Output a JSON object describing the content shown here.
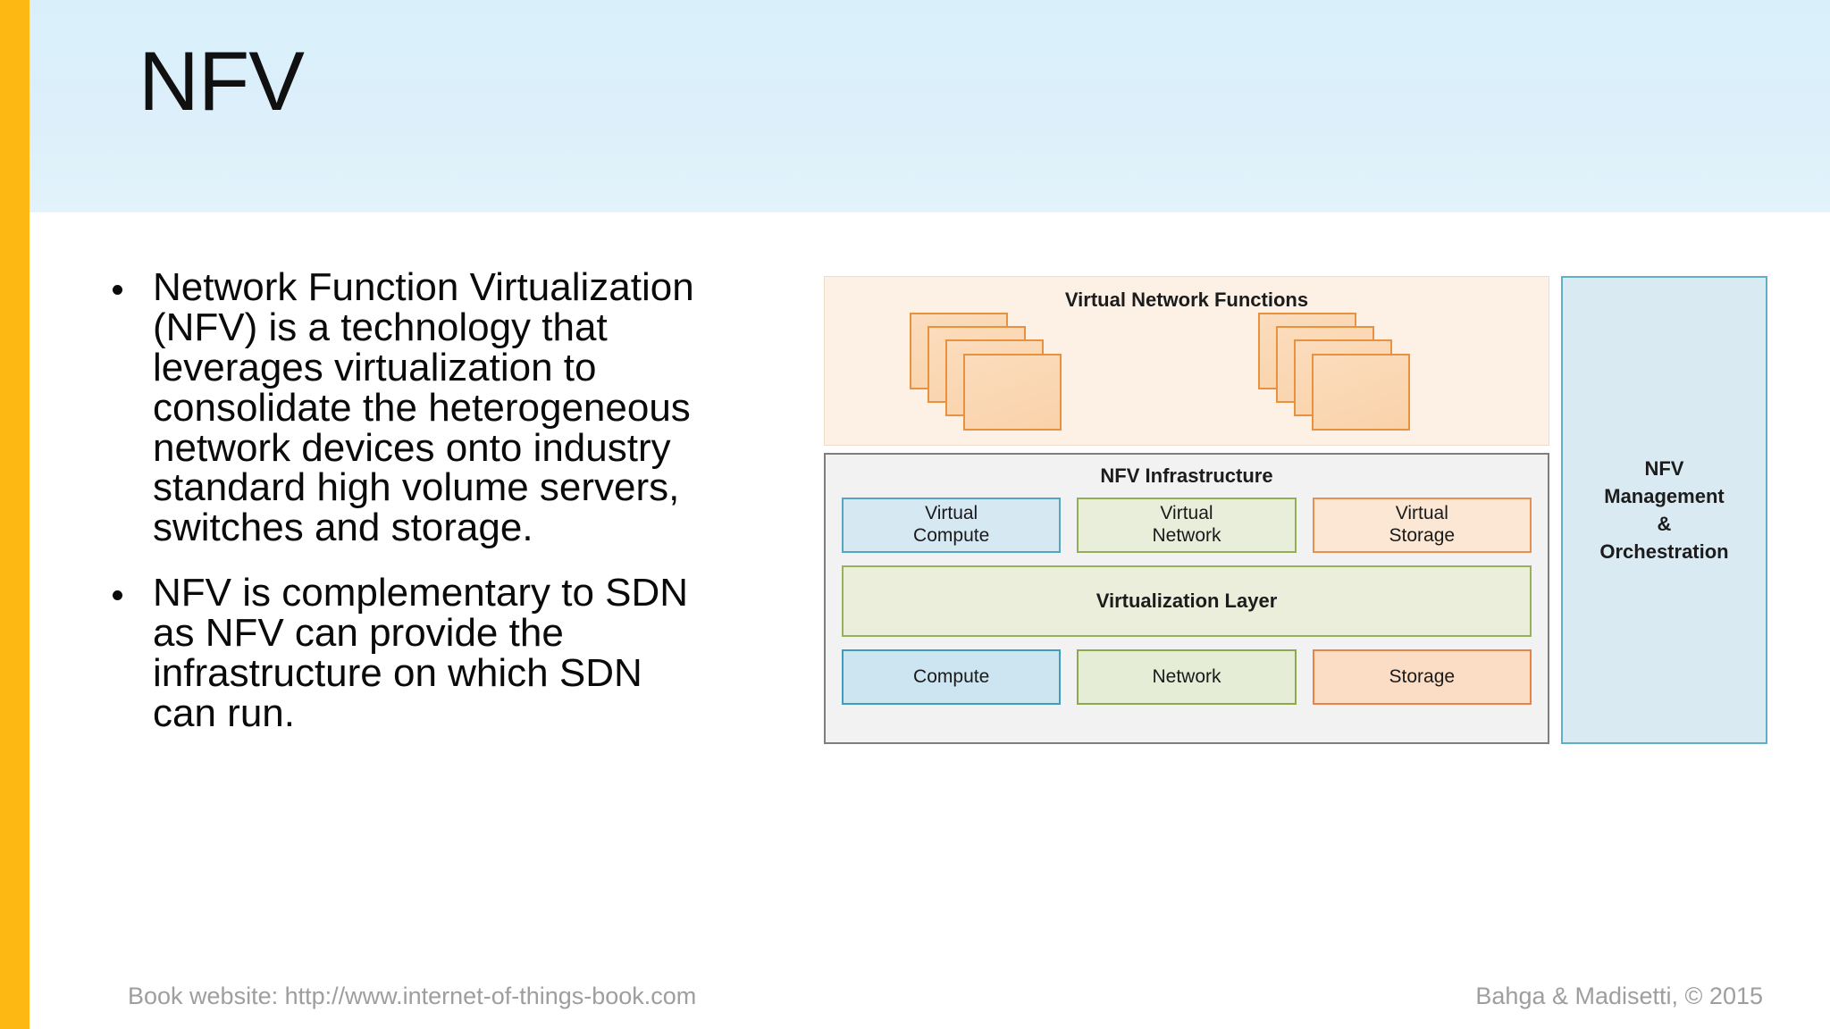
{
  "slide": {
    "title": "NFV",
    "accent_bar_color": "#FDB813",
    "header_band_color": "#DCEFFA"
  },
  "content": {
    "bullets": [
      "Network Function Virtualization (NFV) is a technology that leverages virtualization to consolidate the heterogeneous network devices onto industry standard high volume servers, switches and storage.",
      "NFV is complementary to SDN as NFV can provide the infrastructure on which SDN can run."
    ]
  },
  "figure": {
    "vnf": {
      "title": "Virtual Network Functions",
      "stack_count": 2,
      "cards_per_stack": 4,
      "card_fill": "#FBD7AE",
      "card_border": "#E8913F",
      "panel_fill": "#FDF0E4"
    },
    "nfvi": {
      "title": "NFV Infrastructure",
      "panel_fill": "#F2F2F2",
      "panel_border": "#7E7E7E",
      "virtual_resources": [
        {
          "line1": "Virtual",
          "line2": "Compute",
          "color": "blue"
        },
        {
          "line1": "Virtual",
          "line2": "Network",
          "color": "green"
        },
        {
          "line1": "Virtual",
          "line2": "Storage",
          "color": "orange"
        }
      ],
      "virtualization_layer": "Virtualization Layer",
      "hardware_resources": [
        {
          "label": "Compute",
          "color": "blue"
        },
        {
          "label": "Network",
          "color": "green"
        },
        {
          "label": "Storage",
          "color": "orange"
        }
      ]
    },
    "mano": {
      "text": "NFV\nManagement\n&\nOrchestration",
      "fill": "#D9EAF2",
      "border": "#5FAFC6"
    }
  },
  "footer": {
    "left": "Book website: http://www.internet-of-things-book.com",
    "right": "Bahga & Madisetti, © 2015"
  }
}
